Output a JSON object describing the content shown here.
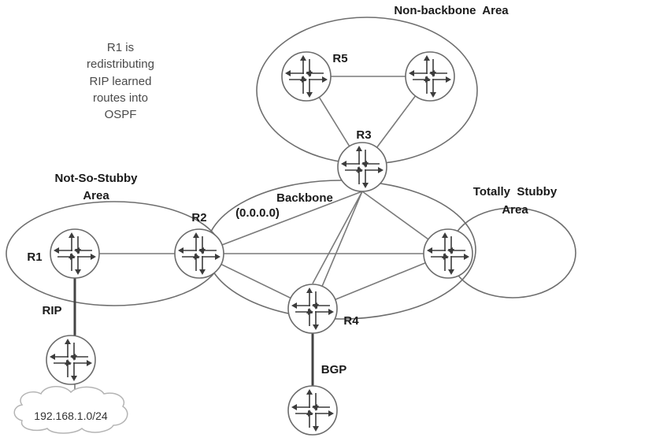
{
  "areas": {
    "non_backbone": "Non-backbone  Area",
    "nssa": [
      "Not-So-Stubby",
      "Area"
    ],
    "backbone": [
      "Backbone",
      "(0.0.0.0)"
    ],
    "totally_stubby": [
      "Totally  Stubby",
      "Area"
    ]
  },
  "note": [
    "R1 is",
    "redistributing",
    "RIP learned",
    "routes into",
    "OSPF"
  ],
  "routers": {
    "r1": "R1",
    "r2": "R2",
    "r3": "R3",
    "r4": "R4",
    "r5": "R5"
  },
  "protocols": {
    "rip": "RIP",
    "bgp": "BGP"
  },
  "network": "192.168.1.0/24"
}
